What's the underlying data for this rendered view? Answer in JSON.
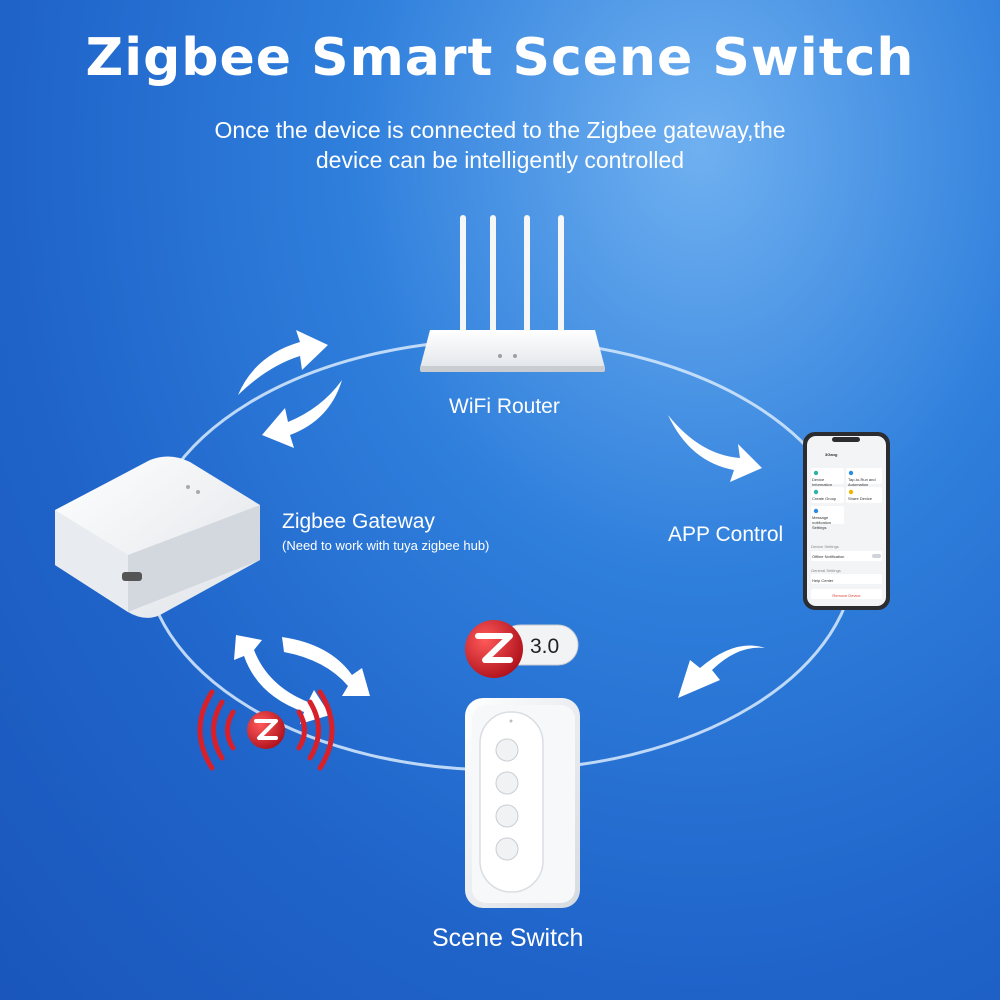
{
  "header": {
    "title": "Zigbee Smart Scene Switch",
    "subtitle_line1": "Once the device is connected to the Zigbee gateway,the",
    "subtitle_line2": "device can be intelligently controlled"
  },
  "nodes": {
    "router_label": "WiFi Router",
    "gateway_label": "Zigbee Gateway",
    "gateway_note": "(Need to work with tuya zigbee hub)",
    "app_label": "APP Control",
    "switch_label": "Scene Switch"
  },
  "badge": {
    "version": "3.0"
  },
  "phone": {
    "device_name": "3Gang",
    "menu_items": [
      "Device Information",
      "Tap-to-Run and Automation",
      "Create Group",
      "Share Device",
      "Message notification Settings"
    ],
    "section_offline": "Device Settings",
    "offline_label": "Offline Notification",
    "section_other": "General Settings",
    "help_label": "Help Center",
    "remove_label": "Remove Device"
  },
  "colors": {
    "bg_top": "#6fb0f0",
    "bg_bottom": "#1a56bb",
    "zigbee_red": "#d8202a",
    "text": "#ffffff"
  }
}
